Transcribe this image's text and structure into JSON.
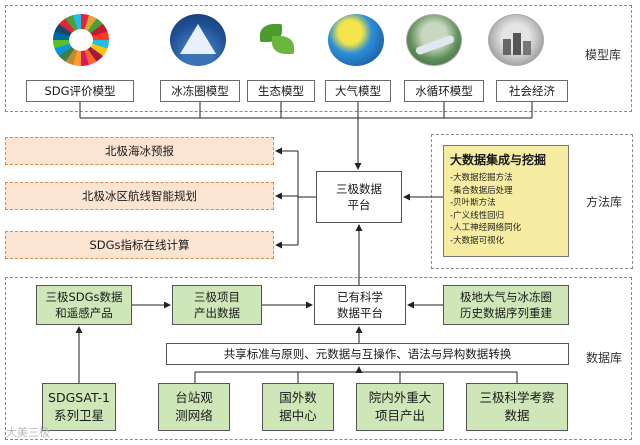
{
  "libraries": {
    "model": "模型库",
    "method": "方法库",
    "data": "数据库"
  },
  "models": [
    {
      "label": "SDG评价模型",
      "icon": "sdg-wheel-icon"
    },
    {
      "label": "冰冻圈模型",
      "icon": "iceberg-icon"
    },
    {
      "label": "生态模型",
      "icon": "leaves-icon"
    },
    {
      "label": "大气模型",
      "icon": "earth-atmosphere-icon"
    },
    {
      "label": "水循环模型",
      "icon": "river-icon"
    },
    {
      "label": "社会经济",
      "icon": "city-icon"
    }
  ],
  "applications": [
    "北极海冰预报",
    "北极冰区航线智能规划",
    "SDGs指标在线计算"
  ],
  "platform": {
    "line1": "三极数据",
    "line2": "平台"
  },
  "methods": {
    "title": "大数据集成与挖掘",
    "items": [
      "大数据挖掘方法",
      "集合数据后处理",
      "贝叶斯方法",
      "广义线性回归",
      "人工神经网络同化",
      "大数据可视化"
    ]
  },
  "data_row1": {
    "sdgs_products": {
      "line1": "三极SDGs数据",
      "line2": "和遥感产品"
    },
    "project_output": {
      "line1": "三极项目",
      "line2": "产出数据"
    },
    "existing_platform": {
      "line1": "已有科学",
      "line2": "数据平台"
    },
    "reconstruction": {
      "line1": "极地大气与冰冻圈",
      "line2": "历史数据序列重建"
    }
  },
  "shared_standards": "共享标准与原则、元数据与互操作、语法与异构数据转换",
  "sources": [
    {
      "line1": "SDGSAT-1",
      "line2": "系列卫星"
    },
    {
      "line1": "台站观",
      "line2": "测网络"
    },
    {
      "line1": "国外数",
      "line2": "据中心"
    },
    {
      "line1": "院内外重大",
      "line2": "项目产出"
    },
    {
      "line1": "三极科学考察",
      "line2": "数据"
    }
  ],
  "watermark": "大美三极",
  "colors": {
    "application_fill": "#fce4d3",
    "data_fill": "#cfe6b8",
    "method_fill": "#f6eda2"
  }
}
